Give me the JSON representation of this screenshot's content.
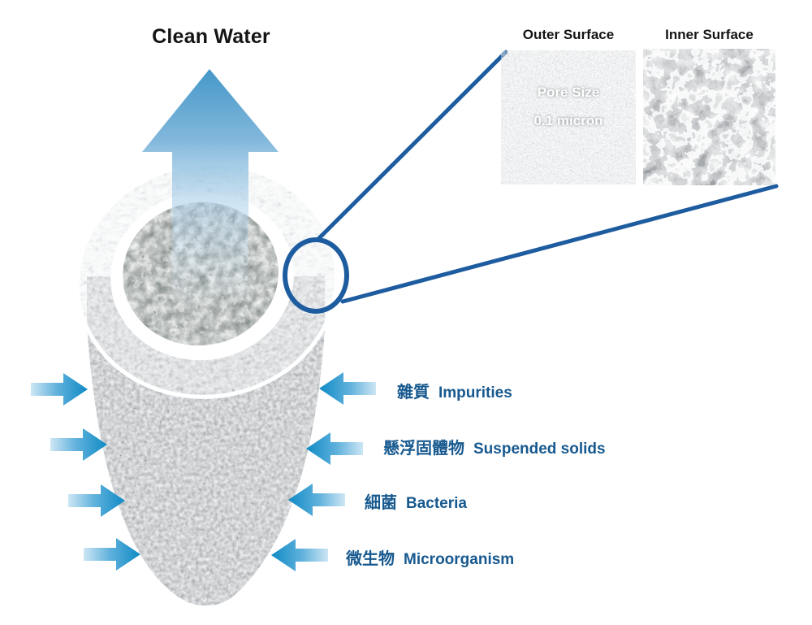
{
  "title": "Clean Water",
  "insets": {
    "outer": {
      "label": "Outer Surface",
      "note_line1": "Pore Size",
      "note_line2": "0.1 micron"
    },
    "inner": {
      "label": "Inner Surface"
    }
  },
  "contaminants": [
    {
      "zh": "雜質",
      "en": "Impurities"
    },
    {
      "zh": "懸浮固體物",
      "en": "Suspended solids"
    },
    {
      "zh": "細菌",
      "en": "Bacteria"
    },
    {
      "zh": "微生物",
      "en": "Microorganism"
    }
  ],
  "colors": {
    "callout_blue": "#1d5c9f",
    "arrow_cyan": "#128fc7",
    "arrow_light": "#cde6f4",
    "label_text": "#17598f",
    "heading_text": "#141414"
  }
}
